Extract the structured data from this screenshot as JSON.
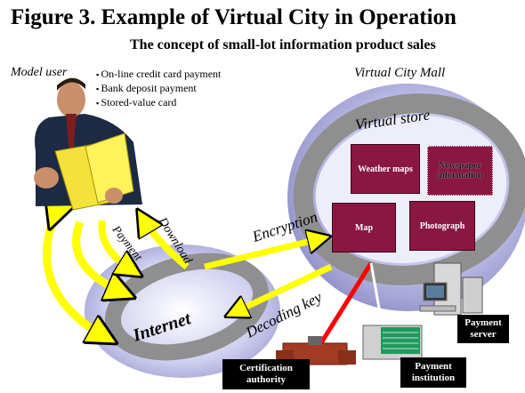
{
  "title": "Figure 3. Example of Virtual City in Operation",
  "subtitle": "The concept of small-lot information product sales",
  "model_user_label": "Model user",
  "payment_methods": [
    "On-line credit card payment",
    "Bank deposit payment",
    "Stored-value card"
  ],
  "mall_label": "Virtual City Mall",
  "store_label": "Virtual store",
  "products": {
    "weather": "Weather maps",
    "newspaper": "Newspaper information",
    "map": "Map",
    "photo": "Photograph"
  },
  "flows": {
    "encryption": "Encryption",
    "download": "Download",
    "payment": "Payment",
    "decoding": "Decoding key"
  },
  "internet_label": "Internet",
  "nodes": {
    "payment_server": "Payment server",
    "payment_institution": "Payment institution",
    "certification": "Certification authority"
  },
  "colors": {
    "arrow": "#ffff00",
    "store_box": "#8a1742",
    "link": "#ff0000",
    "ring": "#8f8f8f"
  }
}
